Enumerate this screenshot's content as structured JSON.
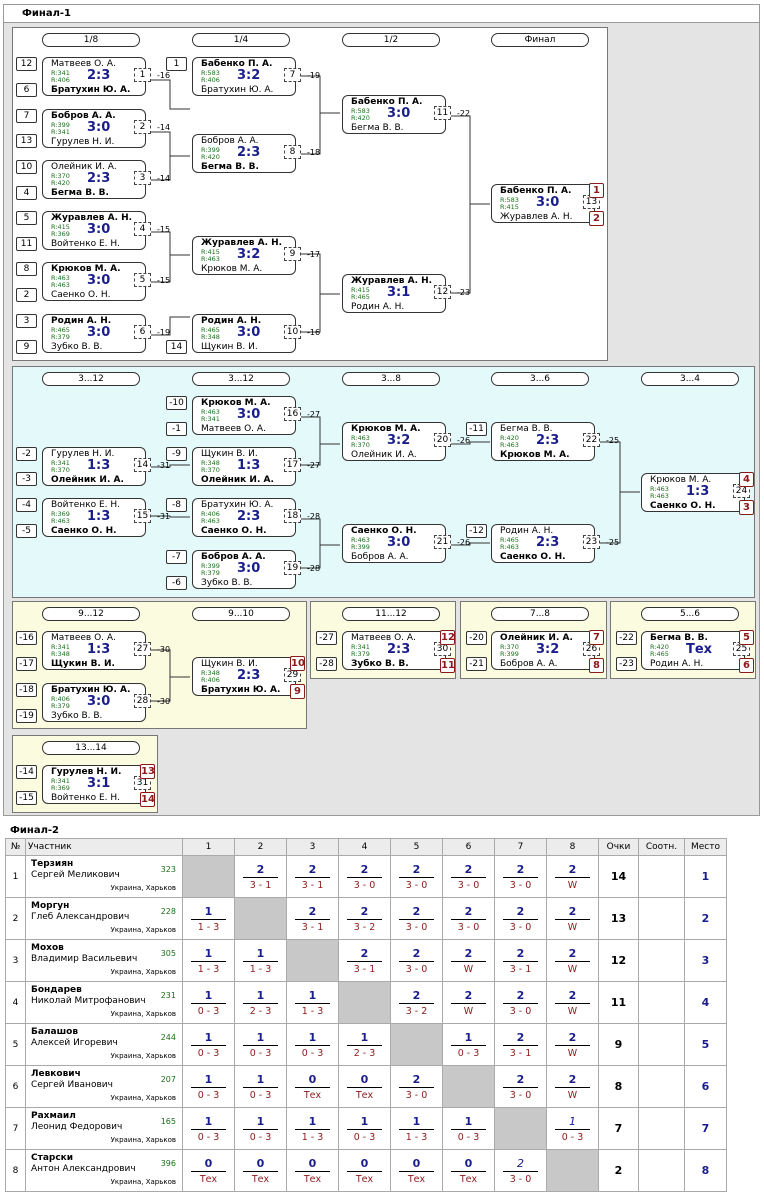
{
  "final1_title": "Финал-1",
  "final2_title": "Финал-2",
  "rounds": {
    "r8": "1/8",
    "r4": "1/4",
    "r2": "1/2",
    "fin": "Финал",
    "c312a": "3...12",
    "c312b": "3...12",
    "c38": "3...8",
    "c36": "3...6",
    "c34": "3...4",
    "c912": "9...12",
    "c910": "9...10",
    "c1112": "11...12",
    "c78": "7...8",
    "c56": "5...6",
    "c1314": "13...14"
  },
  "matches": {
    "m1": {
      "p1": "Матвеев О. А.",
      "p2": "Братухин Ю. А.",
      "r1": "R:341",
      "r2": "R:406",
      "score": "2:3",
      "num": "1",
      "out": "-16"
    },
    "m2": {
      "p1": "Бобров А. А.",
      "p2": "Гурулев Н. И.",
      "r1": "R:399",
      "r2": "R:341",
      "score": "3:0",
      "num": "2",
      "out": "-14"
    },
    "m3": {
      "p1": "Олейник И. А.",
      "p2": "Бегма В. В.",
      "r1": "R:370",
      "r2": "R:420",
      "score": "2:3",
      "num": "3",
      "out": "-14"
    },
    "m4": {
      "p1": "Журавлев А. Н.",
      "p2": "Войтенко Е. Н.",
      "r1": "R:415",
      "r2": "R:369",
      "score": "3:0",
      "num": "4",
      "out": "-15"
    },
    "m5": {
      "p1": "Крюков М. А.",
      "p2": "Саенко О. Н.",
      "r1": "R:463",
      "r2": "R:463",
      "score": "3:0",
      "num": "5",
      "out": "-15"
    },
    "m6": {
      "p1": "Родин А. Н.",
      "p2": "Зубко В. В.",
      "r1": "R:465",
      "r2": "R:379",
      "score": "3:0",
      "num": "6",
      "out": "-19"
    },
    "m7": {
      "p1": "Бабенко П. А.",
      "p2": "Братухин Ю. А.",
      "r1": "R:583",
      "r2": "R:406",
      "score": "3:2",
      "num": "7",
      "out": "-19"
    },
    "m8": {
      "p1": "Бобров А. А.",
      "p2": "Бегма В. В.",
      "r1": "R:399",
      "r2": "R:420",
      "score": "2:3",
      "num": "8",
      "out": "-18"
    },
    "m9": {
      "p1": "Журавлев А. Н.",
      "p2": "Крюков М. А.",
      "r1": "R:415",
      "r2": "R:463",
      "score": "3:2",
      "num": "9",
      "out": "-17"
    },
    "m10": {
      "p1": "Родин А. Н.",
      "p2": "Щукин В. И.",
      "r1": "R:465",
      "r2": "R:348",
      "score": "3:0",
      "num": "10",
      "out": "-16"
    },
    "m11": {
      "p1": "Бабенко П. А.",
      "p2": "Бегма В. В.",
      "r1": "R:583",
      "r2": "R:420",
      "score": "3:0",
      "num": "11",
      "out": "-22"
    },
    "m12": {
      "p1": "Журавлев А. Н.",
      "p2": "Родин А. Н.",
      "r1": "R:415",
      "r2": "R:465",
      "score": "3:1",
      "num": "12",
      "out": "-23"
    },
    "m13": {
      "p1": "Бабенко П. А.",
      "p2": "Журавлев А. Н.",
      "r1": "R:583",
      "r2": "R:415",
      "score": "3:0",
      "num": "13",
      "pl1": "1",
      "pl2": "2"
    },
    "m14": {
      "p1": "Гурулев Н. И.",
      "p2": "Олейник И. А.",
      "r1": "R:341",
      "r2": "R:370",
      "score": "1:3",
      "num": "14",
      "out": "-31"
    },
    "m15": {
      "p1": "Войтенко Е. Н.",
      "p2": "Саенко О. Н.",
      "r1": "R:369",
      "r2": "R:463",
      "score": "1:3",
      "num": "15",
      "out": "-31"
    },
    "m16": {
      "p1": "Крюков М. А.",
      "p2": "Матвеев О. А.",
      "r1": "R:463",
      "r2": "R:341",
      "score": "3:0",
      "num": "16",
      "out": "-27"
    },
    "m17": {
      "p1": "Щукин В. И.",
      "p2": "Олейник И. А.",
      "r1": "R:348",
      "r2": "R:370",
      "score": "1:3",
      "num": "17",
      "out": "-27"
    },
    "m18": {
      "p1": "Братухин Ю. А.",
      "p2": "Саенко О. Н.",
      "r1": "R:406",
      "r2": "R:463",
      "score": "2:3",
      "num": "18",
      "out": "-28"
    },
    "m19": {
      "p1": "Бобров А. А.",
      "p2": "Зубко В. В.",
      "r1": "R:399",
      "r2": "R:379",
      "score": "3:0",
      "num": "19",
      "out": "-28"
    },
    "m20": {
      "p1": "Крюков М. А.",
      "p2": "Олейник И. А.",
      "r1": "R:463",
      "r2": "R:370",
      "score": "3:2",
      "num": "20",
      "out": "-26"
    },
    "m21": {
      "p1": "Саенко О. Н.",
      "p2": "Бобров А. А.",
      "r1": "R:463",
      "r2": "R:399",
      "score": "3:0",
      "num": "21",
      "out": "-26"
    },
    "m22": {
      "p1": "Бегма В. В.",
      "p2": "Крюков М. А.",
      "r1": "R:420",
      "r2": "R:463",
      "score": "2:3",
      "num": "22",
      "out": "-25"
    },
    "m23": {
      "p1": "Родин А. Н.",
      "p2": "Саенко О. Н.",
      "r1": "R:465",
      "r2": "R:463",
      "score": "2:3",
      "num": "23",
      "out": "-25"
    },
    "m24": {
      "p1": "Крюков М. А.",
      "p2": "Саенко О. Н.",
      "r1": "R:463",
      "r2": "R:463",
      "score": "1:3",
      "num": "24",
      "pl1": "4",
      "pl2": "3"
    },
    "m27": {
      "p1": "Матвеев О. А.",
      "p2": "Щукин В. И.",
      "r1": "R:341",
      "r2": "R:348",
      "score": "1:3",
      "num": "27",
      "out": "-30"
    },
    "m28": {
      "p1": "Братухин Ю. А.",
      "p2": "Зубко В. В.",
      "r1": "R:406",
      "r2": "R:379",
      "score": "3:0",
      "num": "28",
      "out": "-30"
    },
    "m29": {
      "p1": "Щукин В. И.",
      "p2": "Братухин Ю. А.",
      "r1": "R:348",
      "r2": "R:406",
      "score": "2:3",
      "num": "29",
      "pl1": "10",
      "pl2": "9"
    },
    "m30": {
      "p1": "Матвеев О. А.",
      "p2": "Зубко В. В.",
      "r1": "R:341",
      "r2": "R:379",
      "score": "2:3",
      "num": "30",
      "pl1": "12",
      "pl2": "11"
    },
    "m26": {
      "p1": "Олейник И. А.",
      "p2": "Бобров А. А.",
      "r1": "R:370",
      "r2": "R:399",
      "score": "3:2",
      "num": "26",
      "pl1": "7",
      "pl2": "8"
    },
    "m25": {
      "p1": "Бегма В. В.",
      "p2": "Родин А. Н.",
      "r1": "R:420",
      "r2": "R:465",
      "score": "Тех",
      "num": "25",
      "pl1": "5",
      "pl2": "6"
    },
    "m31": {
      "p1": "Гурулев Н. И.",
      "p2": "Войтенко Е. Н.",
      "r1": "R:341",
      "r2": "R:369",
      "score": "3:1",
      "num": "31",
      "pl1": "13",
      "pl2": "14"
    }
  },
  "seeds": {
    "s1": "12",
    "s2": "6",
    "s3": "7",
    "s4": "13",
    "s5": "10",
    "s6": "4",
    "s7": "5",
    "s8": "11",
    "s9": "8",
    "s10": "2",
    "s11": "3",
    "s12": "9",
    "s13": "1",
    "s14": "14",
    "s15": "-10",
    "s16": "-1",
    "s17": "-2",
    "s18": "-3",
    "s19": "-9",
    "s20": "-11",
    "s21": "-4",
    "s22": "-5",
    "s23": "-8",
    "s24": "-12",
    "s25": "-7",
    "s26": "-6",
    "s27": "-16",
    "s28": "-17",
    "s29": "-18",
    "s30": "-19",
    "s31": "-27",
    "s32": "-28",
    "s33": "-20",
    "s34": "-21",
    "s35": "-22",
    "s36": "-23",
    "s37": "-14",
    "s38": "-15"
  },
  "table": {
    "headers": {
      "no": "№",
      "name": "Участник",
      "c1": "1",
      "c2": "2",
      "c3": "3",
      "c4": "4",
      "c5": "5",
      "c6": "6",
      "c7": "7",
      "c8": "8",
      "pts": "Очки",
      "ratio": "Соотн.",
      "place": "Место"
    },
    "rows": [
      {
        "no": "1",
        "surname": "Терзиян",
        "first": "Сергей Меликович",
        "rating": "323",
        "city": "Украина, Харьков",
        "cells": [
          null,
          [
            "2",
            "3 - 1"
          ],
          [
            "2",
            "3 - 1"
          ],
          [
            "2",
            "3 - 0"
          ],
          [
            "2",
            "3 - 0"
          ],
          [
            "2",
            "3 - 0"
          ],
          [
            "2",
            "3 - 0"
          ],
          [
            "2",
            "W"
          ]
        ],
        "pts": "14",
        "ratio": "",
        "place": "1"
      },
      {
        "no": "2",
        "surname": "Моргун",
        "first": "Глеб Александрович",
        "rating": "228",
        "city": "Украина, Харьков",
        "cells": [
          [
            "1",
            "1 - 3"
          ],
          null,
          [
            "2",
            "3 - 1"
          ],
          [
            "2",
            "3 - 2"
          ],
          [
            "2",
            "3 - 0"
          ],
          [
            "2",
            "3 - 0"
          ],
          [
            "2",
            "3 - 0"
          ],
          [
            "2",
            "W"
          ]
        ],
        "pts": "13",
        "ratio": "",
        "place": "2"
      },
      {
        "no": "3",
        "surname": "Мохов",
        "first": "Владимир Васильевич",
        "rating": "305",
        "city": "Украина, Харьков",
        "cells": [
          [
            "1",
            "1 - 3"
          ],
          [
            "1",
            "1 - 3"
          ],
          null,
          [
            "2",
            "3 - 1"
          ],
          [
            "2",
            "3 - 0"
          ],
          [
            "2",
            "W"
          ],
          [
            "2",
            "3 - 1"
          ],
          [
            "2",
            "W"
          ]
        ],
        "pts": "12",
        "ratio": "",
        "place": "3"
      },
      {
        "no": "4",
        "surname": "Бондарев",
        "first": "Николай Митрофанович",
        "rating": "231",
        "city": "Украина, Харьков",
        "cells": [
          [
            "1",
            "0 - 3"
          ],
          [
            "1",
            "2 - 3"
          ],
          [
            "1",
            "1 - 3"
          ],
          null,
          [
            "2",
            "3 - 2"
          ],
          [
            "2",
            "W"
          ],
          [
            "2",
            "3 - 0"
          ],
          [
            "2",
            "W"
          ]
        ],
        "pts": "11",
        "ratio": "",
        "place": "4"
      },
      {
        "no": "5",
        "surname": "Балашов",
        "first": "Алексей Игоревич",
        "rating": "244",
        "city": "Украина, Харьков",
        "cells": [
          [
            "1",
            "0 - 3"
          ],
          [
            "1",
            "0 - 3"
          ],
          [
            "1",
            "0 - 3"
          ],
          [
            "1",
            "2 - 3"
          ],
          null,
          [
            "1",
            "0 - 3"
          ],
          [
            "2",
            "3 - 1"
          ],
          [
            "2",
            "W"
          ]
        ],
        "pts": "9",
        "ratio": "",
        "place": "5"
      },
      {
        "no": "6",
        "surname": "Левкович",
        "first": "Сергей Иванович",
        "rating": "207",
        "city": "Украина, Харьков",
        "cells": [
          [
            "1",
            "0 - 3"
          ],
          [
            "1",
            "0 - 3"
          ],
          [
            "0",
            "Тех"
          ],
          [
            "0",
            "Тех"
          ],
          [
            "2",
            "3 - 0"
          ],
          null,
          [
            "2",
            "3 - 0"
          ],
          [
            "2",
            "W"
          ]
        ],
        "pts": "8",
        "ratio": "",
        "place": "6"
      },
      {
        "no": "7",
        "surname": "Рахмаил",
        "first": "Леонид Федорович",
        "rating": "165",
        "city": "Украина, Харьков",
        "cells": [
          [
            "1",
            "0 - 3"
          ],
          [
            "1",
            "0 - 3"
          ],
          [
            "1",
            "1 - 3"
          ],
          [
            "1",
            "0 - 3"
          ],
          [
            "1",
            "1 - 3"
          ],
          [
            "1",
            "0 - 3"
          ],
          null,
          [
            "1",
            "0 - 3",
            true
          ]
        ],
        "pts": "7",
        "ratio": "",
        "place": "7"
      },
      {
        "no": "8",
        "surname": "Старски",
        "first": "Антон Александрович",
        "rating": "396",
        "city": "Украина, Харьков",
        "cells": [
          [
            "0",
            "Тех"
          ],
          [
            "0",
            "Тех"
          ],
          [
            "0",
            "Тех"
          ],
          [
            "0",
            "Тех"
          ],
          [
            "0",
            "Тех"
          ],
          [
            "0",
            "Тех"
          ],
          [
            "2",
            "3 - 0",
            true
          ],
          null
        ],
        "pts": "2",
        "ratio": "",
        "place": "8"
      }
    ]
  }
}
